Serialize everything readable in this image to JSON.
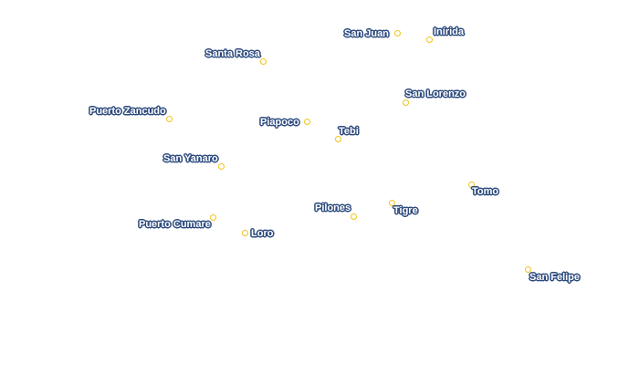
{
  "colors": {
    "marker_stroke": "#f0c419",
    "marker_fill": "#ffffff",
    "label_text": "#ffffff",
    "label_halo": "#2c4a7e",
    "background": "#ffffff"
  },
  "places": [
    {
      "id": "san-juan",
      "label": "San Juan"
    },
    {
      "id": "inirida",
      "label": "Inírida"
    },
    {
      "id": "santa-rosa",
      "label": "Santa Rosa"
    },
    {
      "id": "san-lorenzo",
      "label": "San Lorenzo"
    },
    {
      "id": "puerto-zancudo",
      "label": "Puerto Zancudo"
    },
    {
      "id": "piapoco",
      "label": "Piapoco"
    },
    {
      "id": "tebi",
      "label": "Tebi"
    },
    {
      "id": "san-yanaro",
      "label": "San Yanaro"
    },
    {
      "id": "tomo",
      "label": "Tomo"
    },
    {
      "id": "pilones",
      "label": "Pilones"
    },
    {
      "id": "tigre",
      "label": "Tigre"
    },
    {
      "id": "puerto-cumare",
      "label": "Puerto Cumare"
    },
    {
      "id": "loro",
      "label": "Loro"
    },
    {
      "id": "san-felipe",
      "label": "San Felipe"
    }
  ]
}
